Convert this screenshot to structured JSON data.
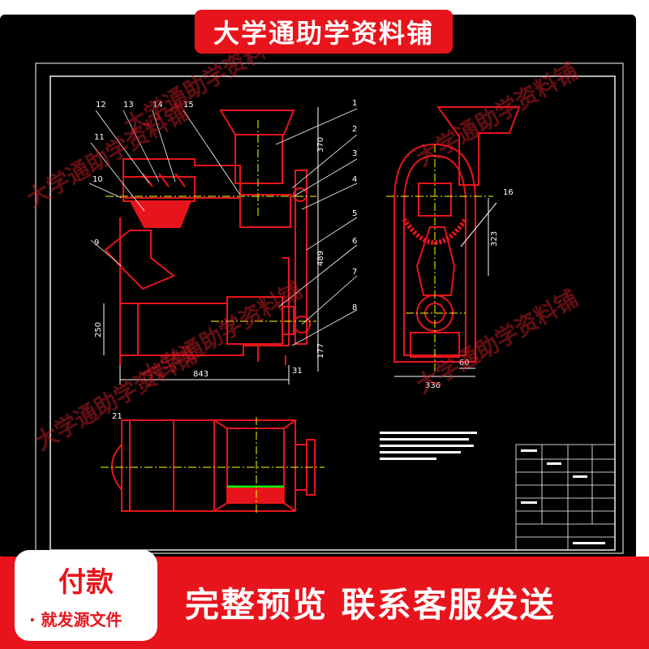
{
  "top_banner": {
    "text": "大学通助学资料铺"
  },
  "watermarks": [
    "大学通助学资料铺",
    "大学通助学资料铺",
    "大学通助学资料铺",
    "大学通助学资料铺",
    "大学通助学资料铺",
    "大学通助学资料铺"
  ],
  "pay_card": {
    "title": "付款",
    "subtitle": "· 就发源文件"
  },
  "bottom_text": "完整预览  联系客服发送",
  "colors": {
    "accent": "#e8141c",
    "drawing_line": "#e8141c",
    "center_line": "#ffff00",
    "dim_line": "#ffffff"
  },
  "drawing": {
    "part_numbers_left": [
      "12",
      "13",
      "14",
      "15",
      "11",
      "10",
      "9"
    ],
    "part_numbers_right": [
      "1",
      "2",
      "3",
      "4",
      "5",
      "6",
      "7",
      "8"
    ],
    "side_part_number": "16",
    "plan_part_number": "21",
    "dimensions": {
      "d370": "370",
      "d489": "489",
      "d177": "177",
      "d250": "250",
      "d843": "843",
      "d31": "31",
      "d323": "323",
      "d336": "336",
      "d60": "60"
    }
  }
}
